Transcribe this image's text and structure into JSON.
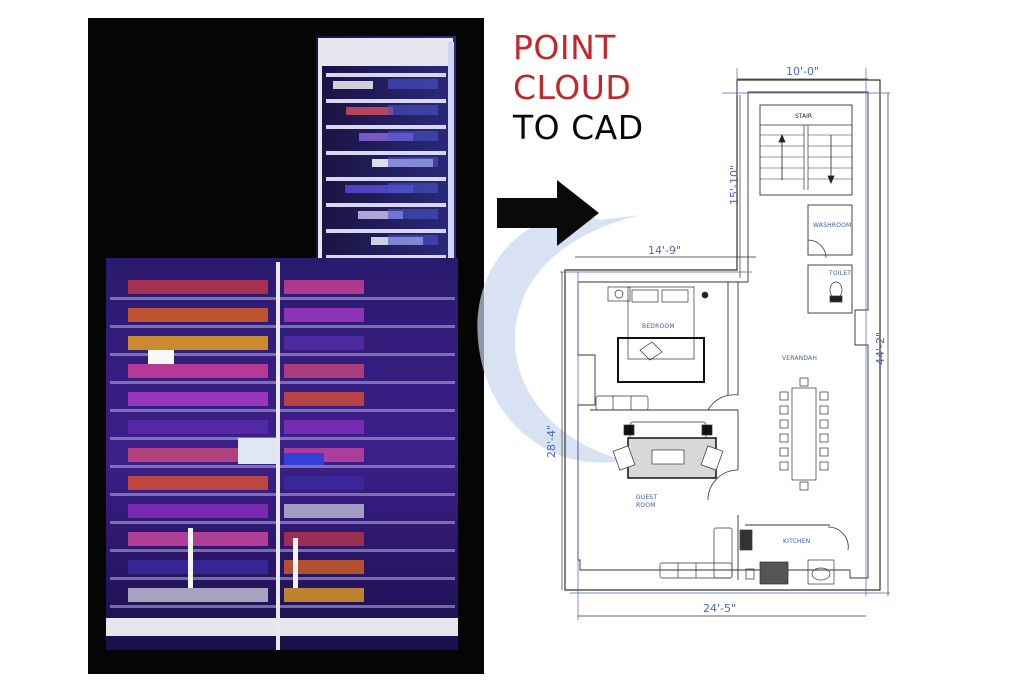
{
  "title": {
    "line1": "POINT",
    "line2": "CLOUD",
    "line3": "TO CAD",
    "accent_color": "#c0282a",
    "text_color": "#0a0a0a"
  },
  "arrow": {
    "icon": "right-arrow-icon",
    "color": "#0a0a0a"
  },
  "point_cloud": {
    "description": "Colored 3D laser scan point cloud of a multi-storey building",
    "background": "#050505"
  },
  "watermark": {
    "icon": "crescent-logo-icon",
    "color": "#c7d6ee"
  },
  "floor_plan": {
    "rooms": {
      "stair": "STAIR",
      "washroom": "WASHROOM",
      "toilet": "TOILET",
      "bedroom": "BEDROOM",
      "verandah": "VERANDAH",
      "guest_room_line1": "GUEST",
      "guest_room_line2": "ROOM",
      "kitchen": "KITCHEN"
    },
    "dimensions": {
      "top": "10'-0\"",
      "stair_height": "15'-10\"",
      "mid_width": "14'-9\"",
      "left_height": "28'-4\"",
      "right_height": "44'-2\"",
      "bottom": "24'-5\""
    },
    "dimension_color": "#4a68b8"
  }
}
